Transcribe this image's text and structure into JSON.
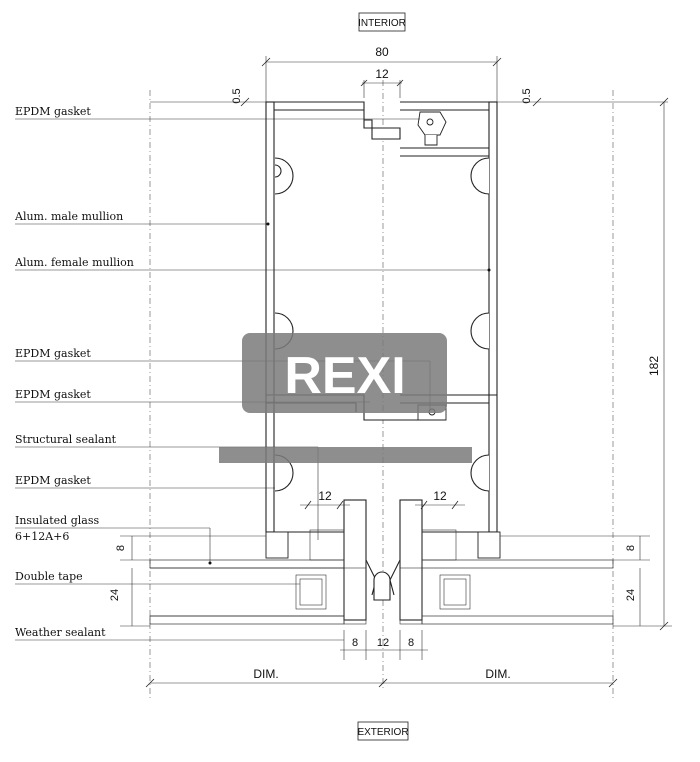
{
  "titles": {
    "interior": "INTERIOR",
    "exterior": "EXTERIOR"
  },
  "watermark": {
    "text": "REXI"
  },
  "labels": {
    "epdm_1": "EPDM gasket",
    "male_mullion": "Alum. male mullion",
    "female_mullion": "Alum. female mullion",
    "epdm_2": "EPDM gasket",
    "epdm_3": "EPDM gasket",
    "structural_sealant": "Structural sealant",
    "epdm_4": "EPDM gasket",
    "insulated_glass": "Insulated glass",
    "glass_spec": "6+12A+6",
    "double_tape": "Double tape",
    "weather_sealant": "Weather sealant"
  },
  "dimensions": {
    "top_width": "80",
    "inner_gap": "12",
    "offset_left": "0.5",
    "offset_right": "0.5",
    "height": "182",
    "sealant_left": "12",
    "sealant_right": "12",
    "glass_left": "8",
    "glass_right": "8",
    "tape_left": "24",
    "tape_right": "24",
    "bottom_left": "8",
    "bottom_center": "12",
    "bottom_right": "8",
    "dim_left": "DIM.",
    "dim_right": "DIM."
  },
  "colors": {
    "line": "#222222",
    "watermark_bg": "#7a7a7a",
    "watermark_text": "#ffffff",
    "insulation_fill": "#888888"
  }
}
